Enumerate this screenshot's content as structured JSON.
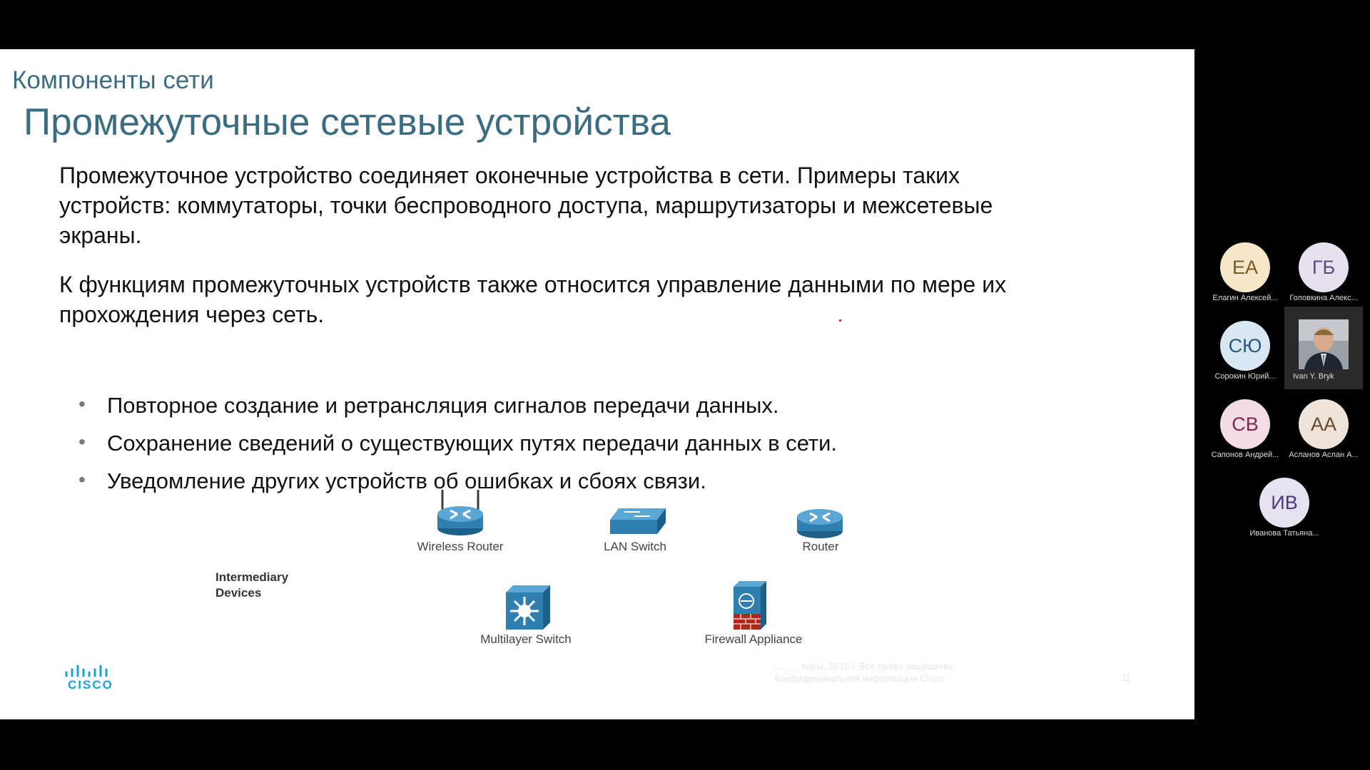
{
  "slide": {
    "section_title": "Компоненты сети",
    "title": "Промежуточные сетевые устройства",
    "paragraph1": "Промежуточное устройство соединяет оконечные устройства в сети. Примеры таких устройств: коммутаторы, точки беспроводного доступа, маршрутизаторы и межсетевые экраны.",
    "paragraph2": "К функциям промежуточных устройств также относится управление данными по мере их прохождения через сеть.",
    "bullet_marker": "•",
    "bullets": [
      "Повторное создание и ретрансляция сигналов передачи данных.",
      "Сохранение сведений о существующих путях передачи данных в сети.",
      "Уведомление других устройств об ошибках и сбоях связи."
    ],
    "diagram": {
      "group_label_line1": "Intermediary",
      "group_label_line2": "Devices",
      "devices": [
        {
          "label": "Wireless Router",
          "icon": "wireless-router-icon"
        },
        {
          "label": "LAN Switch",
          "icon": "lan-switch-icon"
        },
        {
          "label": "Router",
          "icon": "router-icon"
        },
        {
          "label": "Multilayer Switch",
          "icon": "multilayer-switch-icon"
        },
        {
          "label": "Firewall Appliance",
          "icon": "firewall-icon"
        }
      ]
    },
    "logo_text": "CISCO",
    "footer_line1": "… ,. _ пары, 2016 г. Все права защищены.",
    "footer_line2": "Конфиденциальная информация Cisco",
    "page_number": "11"
  },
  "participants": [
    {
      "initials": "ЕА",
      "name": "Елагин Алексей...",
      "bg": "#f5e6c8",
      "fg": "#7a5a1e"
    },
    {
      "initials": "ГБ",
      "name": "Головкина Алекс...",
      "bg": "#e6e0ef",
      "fg": "#5a4a7a"
    },
    {
      "initials": "СЮ",
      "name": "Сорокин Юрий...",
      "bg": "#d8e8f2",
      "fg": "#2a5a7a"
    },
    {
      "initials": "",
      "name": "Ivan Y. Bryk",
      "bg": "#9aa0a8",
      "fg": "#ffffff"
    },
    {
      "initials": "СВ",
      "name": "Сапонов Андрей...",
      "bg": "#f2dce6",
      "fg": "#7a2a4a"
    },
    {
      "initials": "АА",
      "name": "Асланов Аслан А...",
      "bg": "#f0e4da",
      "fg": "#6a4a2a"
    },
    {
      "initials": "ИВ",
      "name": "Иванова Татьяна...",
      "bg": "#e6e2f0",
      "fg": "#4a3a7a"
    }
  ],
  "colors": {
    "title": "#3a6d82",
    "device_blue": "#2f7fb0",
    "cisco_blue": "#1ba0d7",
    "firewall_red": "#b3261e"
  }
}
